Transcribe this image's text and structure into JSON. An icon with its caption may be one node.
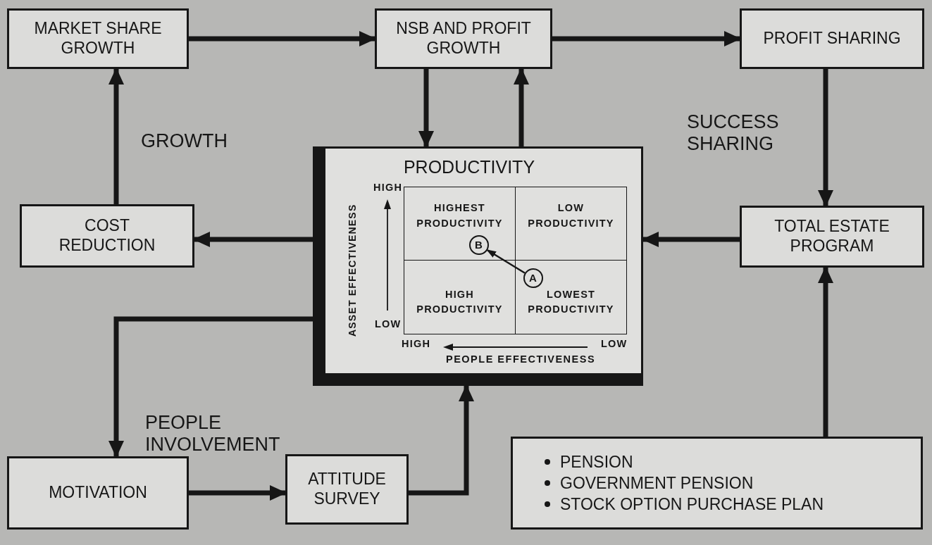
{
  "diagram": {
    "nodes": [
      {
        "text": [
          "MARKET SHARE GROWTH"
        ]
      },
      {
        "text": [
          "NSB AND PROFIT GROWTH"
        ]
      },
      {
        "text": [
          "PROFIT SHARING"
        ]
      },
      {
        "text": [
          "COST REDUCTION"
        ]
      },
      {
        "text": [
          "PRODUCTIVITY"
        ]
      },
      {
        "text": [
          "TOTAL ESTATE PROGRAM"
        ]
      },
      {
        "text": [
          "MOTIVATION"
        ]
      },
      {
        "text": [
          "ATTITUDE SURVEY"
        ]
      },
      {
        "text": [
          "PENSION",
          "GOVERNMENT PENSION",
          "STOCK OPTION PURCHASE PLAN"
        ]
      },
      {
        "text": [
          "HIGHEST PRODUCTIVITY"
        ],
        "in": 4
      },
      {
        "text": [
          "LOW PRODUCTIVITY"
        ],
        "in": 4
      },
      {
        "text": [
          "HIGH PRODUCTIVITY"
        ],
        "in": 4
      },
      {
        "text": [
          "LOWEST PRODUCTIVITY"
        ],
        "in": 4
      },
      {
        "text": [
          "A"
        ],
        "in": 12
      },
      {
        "text": [
          "B"
        ],
        "in": 9
      }
    ],
    "edges": [
      {
        "from": 0,
        "to": 1,
        "arrow": "to"
      },
      {
        "from": 1,
        "to": 2,
        "arrow": "to"
      },
      {
        "from": 1,
        "to": 4,
        "arrow": "to"
      },
      {
        "from": 4,
        "to": 1,
        "arrow": "to"
      },
      {
        "from": 2,
        "to": 5,
        "arrow": "to"
      },
      {
        "from": 5,
        "to": 4,
        "arrow": "to"
      },
      {
        "from": 4,
        "to": 3,
        "arrow": "to"
      },
      {
        "from": 3,
        "to": 0,
        "arrow": "to"
      },
      {
        "from": 4,
        "to": 6,
        "arrow": "to"
      },
      {
        "from": 6,
        "to": 7,
        "arrow": "to"
      },
      {
        "from": 7,
        "to": 4,
        "arrow": "to"
      },
      {
        "from": 8,
        "to": 5,
        "arrow": "to"
      },
      {
        "from": 13,
        "to": 14,
        "arrow": "to"
      }
    ],
    "labels": [
      "GROWTH",
      "SUCCESS SHARING",
      "PEOPLE INVOLVEMENT",
      "HIGH",
      "LOW",
      "ASSET EFFECTIVENESS",
      "HIGH",
      "LOW",
      "PEOPLE EFFECTIVENESS"
    ]
  }
}
